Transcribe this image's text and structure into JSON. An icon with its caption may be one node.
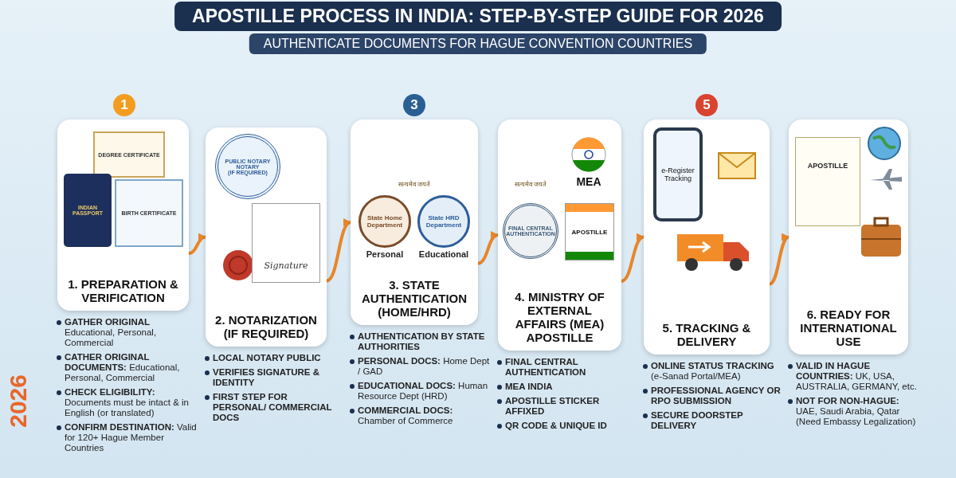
{
  "diagram": {
    "title": "APOSTILLE PROCESS IN INDIA: STEP-BY-STEP GUIDE FOR 2026",
    "caption": "AUTHENTICATE DOCUMENTS FOR HAGUE CONVENTION COUNTRIES",
    "nodes": [
      {
        "text": [
          "1. PREPARATION & VERIFICATION"
        ],
        "beside": [
          "**GATHER ORIGINAL** Educational, Personal, Commercial",
          "**CATHER ORIGINAL DOCUMENTS:** Educational, Personal, Commercial",
          "**CHECK ELIGIBILITY:** Documents must be intact & in English (or translated)",
          "**CONFIRM DESTINATION:** Valid for 120+ Hague Member Countries"
        ]
      },
      {
        "text": [
          "DEGREE CERTIFICATE"
        ],
        "in": 0
      },
      {
        "text": [
          "INDIAN PASSPORT"
        ],
        "in": 0
      },
      {
        "text": [
          "BIRTH CERTIFICATE"
        ],
        "in": 0
      },
      {
        "text": [
          "2. NOTARIZATION (IF REQUIRED)"
        ],
        "beside": [
          "**LOCAL NOTARY PUBLIC**",
          "**VERIFIES SIGNATURE & IDENTITY**",
          "**FIRST STEP FOR PERSONAL/ COMMERCIAL DOCS**"
        ]
      },
      {
        "text": [
          "PUBLIC NOTARY",
          "NOTARY",
          "(IF REQUIRED)"
        ],
        "in": 4
      },
      {
        "text": [
          "Signature"
        ],
        "in": 4
      },
      {
        "text": [
          "3. STATE AUTHENTICATION (HOME/HRD)"
        ],
        "beside": [
          "**AUTHENTICATION BY STATE AUTHORITIES**",
          "**PERSONAL DOCS:** Home Dept / GAD",
          "**EDUCATIONAL DOCS:** Human Resource Dept (HRD)",
          "**COMMERCIAL DOCS:** Chamber of Commerce"
        ]
      },
      {
        "text": [
          "सत्यमेव जयते"
        ],
        "in": 7
      },
      {
        "text": [
          "State Home Department"
        ],
        "in": 7,
        "beside": [
          "Personal"
        ]
      },
      {
        "text": [
          "State HRD Department"
        ],
        "in": 7,
        "beside": [
          "Educational"
        ]
      },
      {
        "text": [
          "4. MINISTRY OF EXTERNAL AFFAIRS (MEA) APOSTILLE"
        ],
        "beside": [
          "**FINAL CENTRAL AUTHENTICATION**",
          "**MEA INDIA**",
          "**APOSTILLE STICKER AFFIXED**",
          "**QR CODE & UNIQUE ID**"
        ]
      },
      {
        "text": [
          "सत्यमेव जयते"
        ],
        "in": 11
      },
      {
        "text": [
          "MEA"
        ],
        "in": 11
      },
      {
        "text": [
          "FINAL CENTRAL AUTHENTICATION"
        ],
        "in": 11
      },
      {
        "text": [
          "APOSTILLE"
        ],
        "in": 11
      },
      {
        "text": [
          "5. TRACKING & DELIVERY"
        ],
        "beside": [
          "**ONLINE STATUS TRACKING** (e-Sanad Portal/MEA)",
          "**PROFESSIONAL AGENCY OR RPO SUBMISSION**",
          "**SECURE DOORSTEP DELIVERY**"
        ]
      },
      {
        "text": [
          "e-Register",
          "Tracking"
        ],
        "in": 16
      },
      {
        "text": [
          "6. READY FOR INTERNATIONAL USE"
        ],
        "beside": [
          "**VALID IN HAGUE COUNTRIES:** UK, USA, AUSTRALIA, GERMANY, etc.",
          "**NOT FOR NON-HAGUE:** UAE, Saudi Arabia, Qatar (Need Embassy Legalization)"
        ]
      },
      {
        "text": [
          "APOSTILLE"
        ],
        "in": 18
      }
    ],
    "edges": [
      {
        "from": 0,
        "to": 4,
        "arrow": "to"
      },
      {
        "from": 4,
        "to": 7,
        "arrow": "to"
      },
      {
        "from": 7,
        "to": 11,
        "arrow": "to"
      },
      {
        "from": 11,
        "to": 16,
        "arrow": "to"
      },
      {
        "from": 16,
        "to": 18,
        "arrow": "to"
      }
    ],
    "labels": [
      "1",
      "3",
      "5",
      "2026"
    ]
  }
}
